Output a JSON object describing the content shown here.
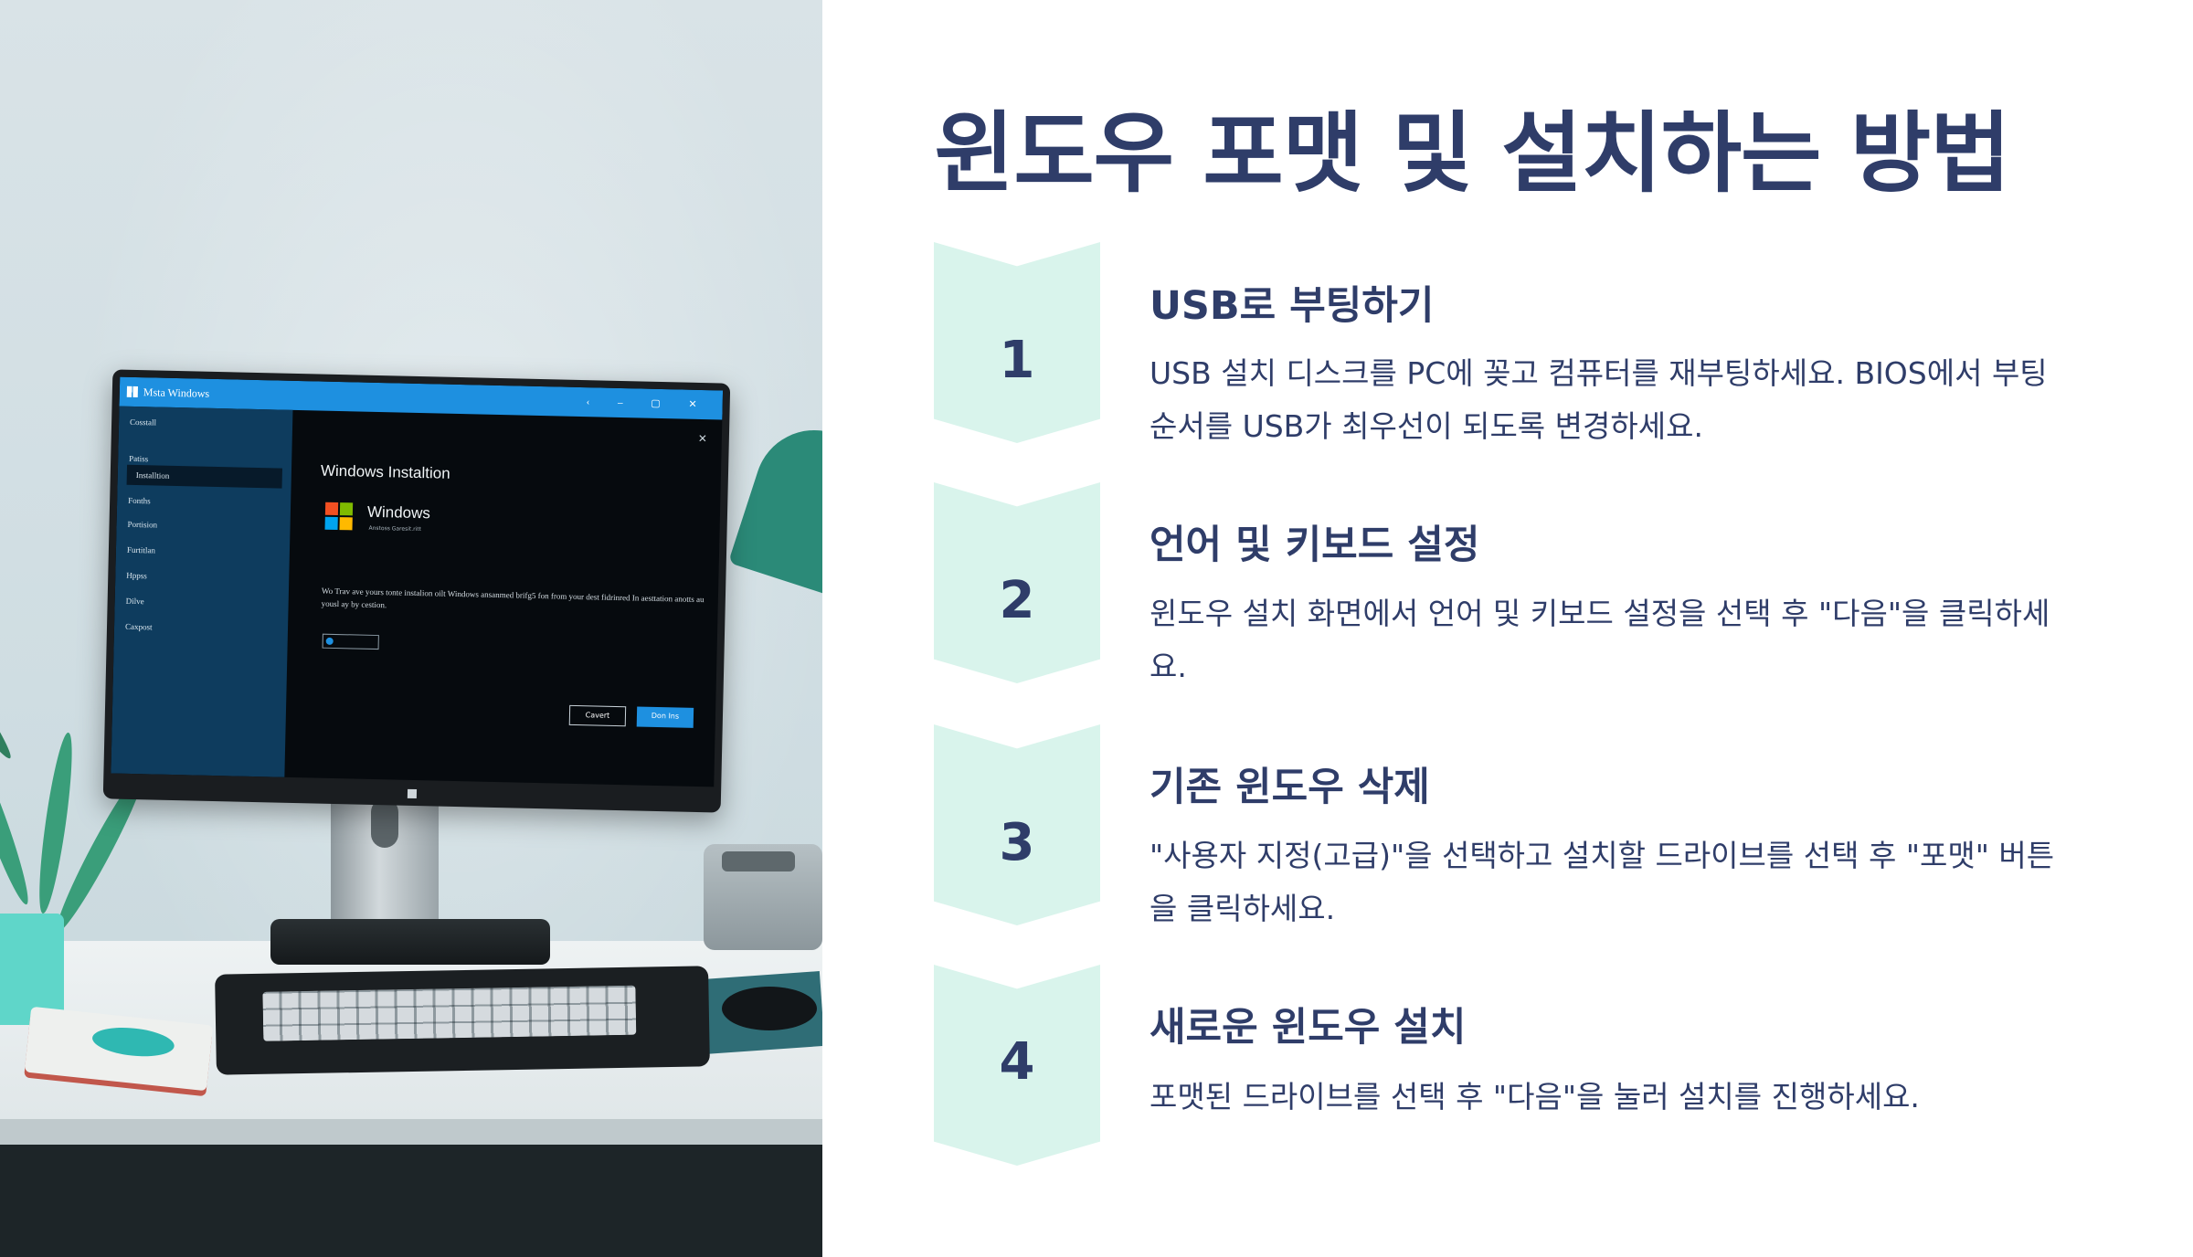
{
  "title": "윈도우 포맷 및 설치하는 방법",
  "steps": [
    {
      "number": "1",
      "heading": "USB로 부팅하기",
      "description": "USB 설치 디스크를 PC에 꽂고 컴퓨터를 재부팅하세요. BIOS에서 부팅 순서를 USB가 최우선이 되도록 변경하세요."
    },
    {
      "number": "2",
      "heading": "언어 및 키보드 설정",
      "description": "윈도우 설치 화면에서 언어 및 키보드 설정을 선택 후 \"다음\"을 클릭하세요."
    },
    {
      "number": "3",
      "heading": "기존 윈도우 삭제",
      "description": "\"사용자 지정(고급)\"을 선택하고 설치할 드라이브를 선택 후 \"포맷\" 버튼을 클릭하세요."
    },
    {
      "number": "4",
      "heading": "새로운 윈도우 설치",
      "description": "포맷된 드라이브를 선택 후 \"다음\"을 눌러 설치를 진행하세요."
    }
  ],
  "photo": {
    "screen": {
      "window_title": "Msta Windows",
      "sidebar_items": [
        "Cosstall",
        "Patiss",
        "Installtion",
        "Fonths",
        "Portision",
        "Furtitlan",
        "Hppss",
        "Dilve",
        "Caxpost"
      ],
      "heading": "Windows Instaltion",
      "logo_text": "Windows",
      "logo_sub": "Anstoss Garesit.ritt",
      "paragraph": "Wo Trav ave yours tonte instalion oilt Windows ansanmed brifg5 fon from your dest fidrinred In aesttation anotts au yousl ay by cestion.",
      "cancel_label": "Cavert",
      "next_label": "Don Ins"
    },
    "colors": {
      "titlebar": "#1e90e0",
      "sidebar": "#0e3c5e",
      "accent": "#2f3d69",
      "chevron": "#d9f4ec"
    }
  }
}
